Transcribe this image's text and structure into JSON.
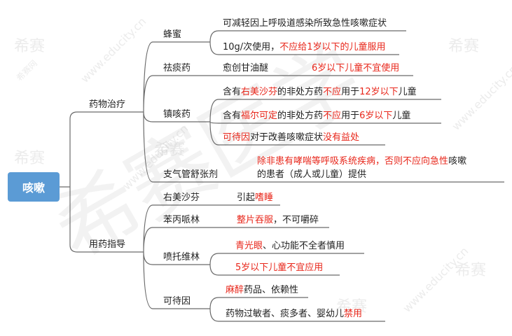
{
  "root": "咳嗽",
  "branches": {
    "treatment": "药物治疗",
    "guidance": "用药指导"
  },
  "treatment": {
    "honey": {
      "label": "蜂蜜",
      "items": [
        [
          {
            "t": "可减轻因上呼吸道感染所致急性咳嗽症状",
            "r": false
          }
        ],
        [
          {
            "t": "10g/次使用，",
            "r": false
          },
          {
            "t": "不应给1岁以下的儿童服用",
            "r": true
          }
        ]
      ]
    },
    "expectorant": {
      "label": "祛痰药",
      "drug": "愈创甘油醚",
      "note": "6岁以下儿童不宜使用"
    },
    "antitussive": {
      "label": "镇咳药",
      "items": [
        [
          {
            "t": "含有",
            "r": false
          },
          {
            "t": "右美沙芬",
            "r": true
          },
          {
            "t": "的非处方药",
            "r": false
          },
          {
            "t": "不应",
            "r": true
          },
          {
            "t": "用于",
            "r": false
          },
          {
            "t": "12岁以下",
            "r": true
          },
          {
            "t": "儿童",
            "r": false
          }
        ],
        [
          {
            "t": "含有",
            "r": false
          },
          {
            "t": "福尔可定",
            "r": true
          },
          {
            "t": "的非处方药",
            "r": false
          },
          {
            "t": "不应",
            "r": true
          },
          {
            "t": "用于",
            "r": false
          },
          {
            "t": "6岁以下",
            "r": true
          },
          {
            "t": "儿童",
            "r": false
          }
        ],
        [
          {
            "t": "可待因",
            "r": true
          },
          {
            "t": "对于改善咳嗽症状",
            "r": false
          },
          {
            "t": "没有益处",
            "r": true
          }
        ]
      ]
    },
    "bronchodilator": {
      "label": "支气管舒张剂",
      "line1": [
        {
          "t": "除非患有哮喘等呼吸系统疾病，否则",
          "r": true
        },
        {
          "t": "不应",
          "r": true
        },
        {
          "t": "向",
          "r": true
        },
        {
          "t": "急性",
          "r": true
        },
        {
          "t": "咳嗽",
          "r": false
        }
      ],
      "line2": [
        {
          "t": "的患者（成人或儿童）提供",
          "r": false
        }
      ]
    }
  },
  "guidance": {
    "dextromethorphan": {
      "label": "右美沙芬",
      "note": [
        {
          "t": "引起",
          "r": false
        },
        {
          "t": "嗜睡",
          "r": true
        }
      ]
    },
    "benproperine": {
      "label": "苯丙哌林",
      "note": [
        {
          "t": "整片吞服",
          "r": true
        },
        {
          "t": "，不可嚼碎",
          "r": false
        }
      ]
    },
    "pentoxyverine": {
      "label": "喷托维林",
      "items": [
        [
          {
            "t": "青光眼",
            "r": true
          },
          {
            "t": "、心功能不全者慎用",
            "r": false
          }
        ],
        [
          {
            "t": "5岁以下儿童",
            "r": true
          },
          {
            "t": "不宜应用",
            "r": true
          }
        ]
      ]
    },
    "codeine": {
      "label": "可待因",
      "items": [
        [
          {
            "t": "麻醉",
            "r": true
          },
          {
            "t": "药品、依赖性",
            "r": false
          }
        ],
        [
          {
            "t": "药物过敏者、痰多者、婴幼儿",
            "r": false
          },
          {
            "t": "禁用",
            "r": true
          }
        ]
      ]
    }
  },
  "watermark": {
    "brand": "希赛",
    "site": "www.educity.cn",
    "net": "希赛网",
    "big": "希赛医学"
  },
  "colors": {
    "root_bg": "#5b9bd5",
    "line": "#6a6a6a",
    "highlight": "#e8261a"
  }
}
